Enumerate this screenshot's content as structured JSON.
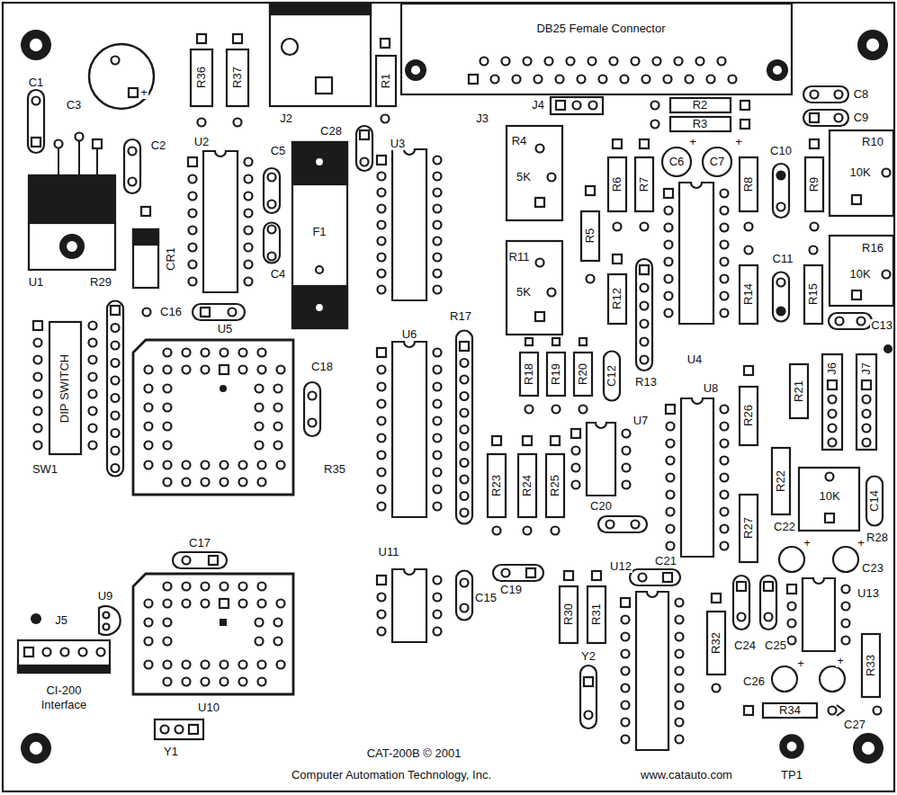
{
  "diagram": {
    "labels": [
      "C1",
      "C3",
      "+",
      "R36",
      "R37",
      "J2",
      "R1",
      "DB25 Female Connector",
      "J3",
      "J4",
      "R2",
      "R3",
      "C8",
      "C9",
      "C2",
      "U2",
      "C5",
      "C28",
      "U3",
      "R4",
      "5K",
      "C6",
      "+",
      "C7",
      "+",
      "C10",
      "R10",
      "10K",
      "R6",
      "R7",
      "R8",
      "R9",
      "R5",
      "F1",
      "C4",
      "CR1",
      "U1",
      "R29",
      "C16",
      "U5",
      "R11",
      "5K",
      "R12",
      "C11",
      "R14",
      "R15",
      "R16",
      "10K",
      "C13",
      "U4",
      "DIP SWITCH",
      "SW1",
      "C18",
      "U6",
      "R17",
      "R18",
      "R19",
      "R20",
      "C12",
      "R13",
      "U7",
      "U8",
      "R26",
      "R21",
      "J6",
      "J7",
      "C14",
      "R22",
      "10K",
      "R28",
      "R27",
      "C22",
      "+",
      "+",
      "C23",
      "R35",
      "R23",
      "R24",
      "R25",
      "C20",
      "C17",
      "U11",
      "C15",
      "C19",
      "C21",
      "U12",
      "R30",
      "R31",
      "U9",
      "J5",
      "Y2",
      "R32",
      "C24",
      "C25",
      "U13",
      "+",
      "C26",
      "+",
      "R33",
      "CI-200",
      "Interface",
      "U10",
      "R34",
      "C27",
      "Y1",
      "CAT-200B © 2001",
      "Computer Automation Technology, Inc.",
      "www.catauto.com",
      "TP1"
    ]
  }
}
